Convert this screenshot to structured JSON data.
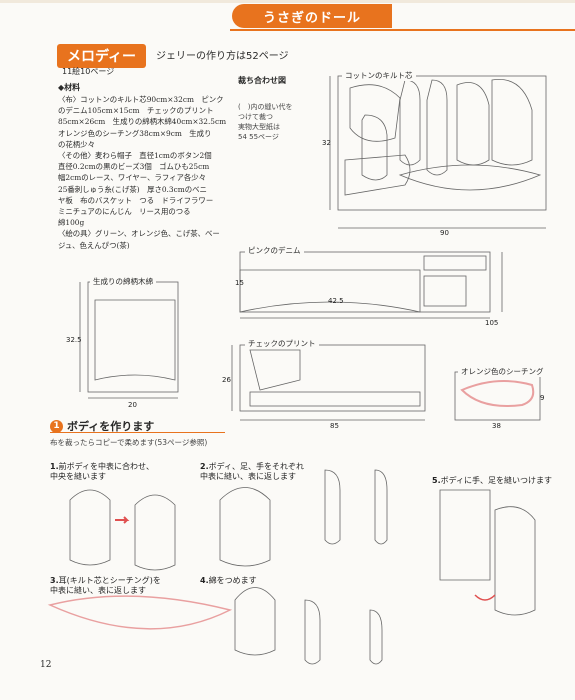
{
  "header": {
    "banner": "うさぎのドール"
  },
  "title": {
    "name": "メロディー",
    "sub": "ジェリーの作り方は52ページ",
    "ref": "11絵10ページ"
  },
  "materials": {
    "heading": "◆材料",
    "lines": [
      "〈布〉コットンのキルト芯90cm×32cm　ピンク",
      "のデニム105cm×15cm　チェックのプリント",
      "85cm×26cm　生成りの綿柄木綿40cm×32.5cm",
      "オレンジ色のシーチング38cm×9cm　生成り",
      "の花柄少々",
      "〈その他〉麦わら帽子　直径1cmのボタン2個",
      "直径0.2cmの黒のビーズ3個　ゴムひも25cm",
      "幅2cmのレース、ワイヤー、ラフィア各少々",
      "25番刺しゅう糸(こげ茶)　厚さ0.3cmのベニ",
      "ヤ板　布のバスケット　つる　ドライフラワー",
      "ミニチュアのにんじん　リース用のつる",
      "綿100g",
      "〈絵の具〉グリーン、オレンジ色、こげ茶、ベー",
      "ジュ、色えんぴつ(茶)"
    ]
  },
  "cutting": {
    "heading": "裁ち合わせ図",
    "notes": [
      "(　)内の縫い代を",
      "つけて裁つ",
      "実物大型紙は",
      "54 55ページ"
    ]
  },
  "diagrams": {
    "quilt": {
      "label": "コットンのキルト芯",
      "width": "90",
      "height": "32"
    },
    "denim": {
      "label": "ピンクのデニム",
      "width": "105",
      "height": "15"
    },
    "check": {
      "label": "チェックのプリント",
      "width": "85",
      "height": "26"
    },
    "orange": {
      "label": "オレンジ色のシーチング",
      "width": "38",
      "height": "9"
    },
    "kinari": {
      "label": "生成りの綿柄木綿",
      "width": "20",
      "height": "32.5"
    }
  },
  "section": {
    "number": "1",
    "title": "ボディを作ります",
    "note": "布を裁ったらコピーで柔めます(53ページ参照)"
  },
  "steps": [
    {
      "n": "1.",
      "text1": "前ボディを中表に合わせ、",
      "text2": "中央を縫います"
    },
    {
      "n": "2.",
      "text1": "ボディ、足、手をそれぞれ",
      "text2": "中表に縫い、表に返します"
    },
    {
      "n": "3.",
      "text1": "耳(キルト芯とシーチング)を",
      "text2": "中表に縫い、表に返します"
    },
    {
      "n": "4.",
      "text1": "綿をつめます",
      "text2": ""
    },
    {
      "n": "5.",
      "text1": "ボディに手、足を縫いつけます",
      "text2": ""
    }
  ],
  "page": {
    "number": "12"
  },
  "colors": {
    "accent": "#e8731e",
    "line": "#555555",
    "pink": "#e9a0a0"
  }
}
